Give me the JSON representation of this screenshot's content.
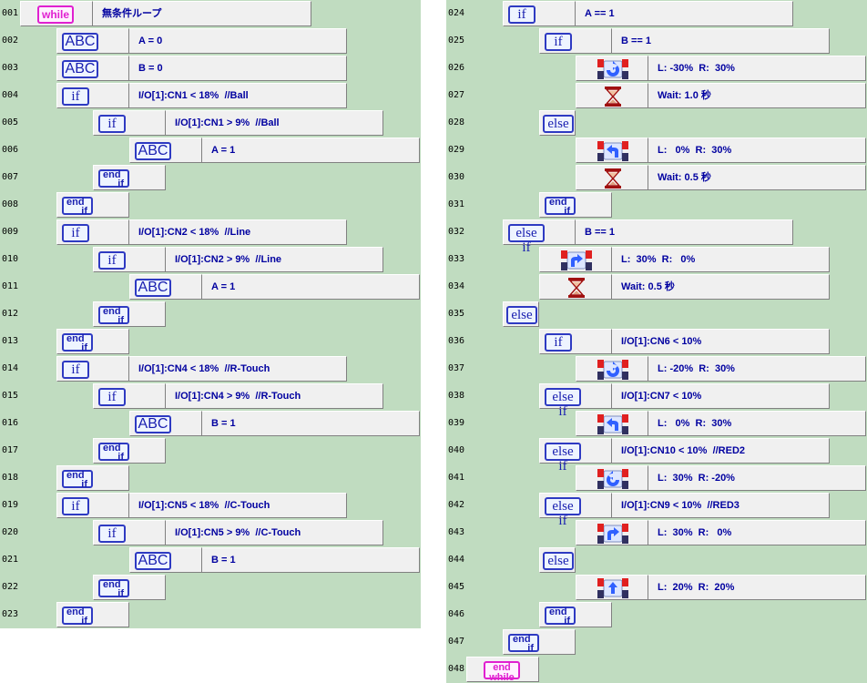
{
  "rows": [
    {
      "n": "001",
      "k": "while",
      "l": "while",
      "t": "無条件ループ"
    },
    {
      "n": "002",
      "k": "abc",
      "l": "ABC",
      "t": "A = 0"
    },
    {
      "n": "003",
      "k": "abc",
      "l": "ABC",
      "t": "B = 0"
    },
    {
      "n": "004",
      "k": "if",
      "l": "if",
      "t": "I/O[1]:CN1 < 18%  //Ball"
    },
    {
      "n": "005",
      "k": "if",
      "l": "if",
      "t": "I/O[1]:CN1 > 9%  //Ball"
    },
    {
      "n": "006",
      "k": "abc",
      "l": "ABC",
      "t": "A = 1"
    },
    {
      "n": "007",
      "k": "endif",
      "l": "end",
      "l2": "if"
    },
    {
      "n": "008",
      "k": "endif",
      "l": "end",
      "l2": "if"
    },
    {
      "n": "009",
      "k": "if",
      "l": "if",
      "t": "I/O[1]:CN2 < 18%  //Line"
    },
    {
      "n": "010",
      "k": "if",
      "l": "if",
      "t": "I/O[1]:CN2 > 9%  //Line"
    },
    {
      "n": "011",
      "k": "abc",
      "l": "ABC",
      "t": "A = 1"
    },
    {
      "n": "012",
      "k": "endif",
      "l": "end",
      "l2": "if"
    },
    {
      "n": "013",
      "k": "endif",
      "l": "end",
      "l2": "if"
    },
    {
      "n": "014",
      "k": "if",
      "l": "if",
      "t": "I/O[1]:CN4 < 18%  //R-Touch"
    },
    {
      "n": "015",
      "k": "if",
      "l": "if",
      "t": "I/O[1]:CN4 > 9%  //R-Touch"
    },
    {
      "n": "016",
      "k": "abc",
      "l": "ABC",
      "t": "B = 1"
    },
    {
      "n": "017",
      "k": "endif",
      "l": "end",
      "l2": "if"
    },
    {
      "n": "018",
      "k": "endif",
      "l": "end",
      "l2": "if"
    },
    {
      "n": "019",
      "k": "if",
      "l": "if",
      "t": "I/O[1]:CN5 < 18%  //C-Touch"
    },
    {
      "n": "020",
      "k": "if",
      "l": "if",
      "t": "I/O[1]:CN5 > 9%  //C-Touch"
    },
    {
      "n": "021",
      "k": "abc",
      "l": "ABC",
      "t": "B = 1"
    },
    {
      "n": "022",
      "k": "endif",
      "l": "end",
      "l2": "if"
    },
    {
      "n": "023",
      "k": "endif",
      "l": "end",
      "l2": "if"
    },
    {
      "n": "024",
      "k": "if",
      "l": "if",
      "t": "A == 1"
    },
    {
      "n": "025",
      "k": "if",
      "l": "if",
      "t": "B == 1"
    },
    {
      "n": "026",
      "k": "motor",
      "icon": "motor-spin-right-icon",
      "t": "L: -30%  R:  30%"
    },
    {
      "n": "027",
      "k": "wait",
      "icon": "hourglass-icon",
      "t": "Wait: 1.0 秒"
    },
    {
      "n": "028",
      "k": "else",
      "l": "else"
    },
    {
      "n": "029",
      "k": "motor",
      "icon": "motor-turn-left-icon",
      "t": "L:   0%  R:  30%"
    },
    {
      "n": "030",
      "k": "wait",
      "icon": "hourglass-icon",
      "t": "Wait: 0.5 秒"
    },
    {
      "n": "031",
      "k": "endif",
      "l": "end",
      "l2": "if"
    },
    {
      "n": "032",
      "k": "elseif",
      "l": "else if",
      "t": "B == 1"
    },
    {
      "n": "033",
      "k": "motor",
      "icon": "motor-turn-right-icon",
      "t": "L:  30%  R:   0%"
    },
    {
      "n": "034",
      "k": "wait",
      "icon": "hourglass-icon",
      "t": "Wait: 0.5 秒"
    },
    {
      "n": "035",
      "k": "else",
      "l": "else"
    },
    {
      "n": "036",
      "k": "if",
      "l": "if",
      "t": "I/O[1]:CN6 < 10%"
    },
    {
      "n": "037",
      "k": "motor",
      "icon": "motor-spin-right-icon",
      "t": "L: -20%  R:  30%"
    },
    {
      "n": "038",
      "k": "elseif",
      "l": "else if",
      "t": "I/O[1]:CN7 < 10%"
    },
    {
      "n": "039",
      "k": "motor",
      "icon": "motor-turn-left-icon",
      "t": "L:   0%  R:  30%"
    },
    {
      "n": "040",
      "k": "elseif",
      "l": "else if",
      "t": "I/O[1]:CN10 < 10%  //RED2"
    },
    {
      "n": "041",
      "k": "motor",
      "icon": "motor-spin-left-icon",
      "t": "L:  30%  R: -20%"
    },
    {
      "n": "042",
      "k": "elseif",
      "l": "else if",
      "t": "I/O[1]:CN9 < 10%  //RED3"
    },
    {
      "n": "043",
      "k": "motor",
      "icon": "motor-turn-right-icon",
      "t": "L:  30%  R:   0%"
    },
    {
      "n": "044",
      "k": "else",
      "l": "else"
    },
    {
      "n": "045",
      "k": "motor",
      "icon": "motor-forward-icon",
      "t": "L:  20%  R:  20%"
    },
    {
      "n": "046",
      "k": "endif",
      "l": "end",
      "l2": "if"
    },
    {
      "n": "047",
      "k": "endif",
      "l": "end",
      "l2": "if"
    },
    {
      "n": "048",
      "k": "endwhile",
      "l": "end",
      "l2": "while"
    }
  ],
  "colors": {
    "background": "#c0dcc0",
    "cell": "#f0f0f0",
    "text": "#0000a0",
    "button": "#2e3ac2",
    "loop": "#e020d0",
    "motor_red": "#e02020",
    "hourglass": "#a01010"
  }
}
